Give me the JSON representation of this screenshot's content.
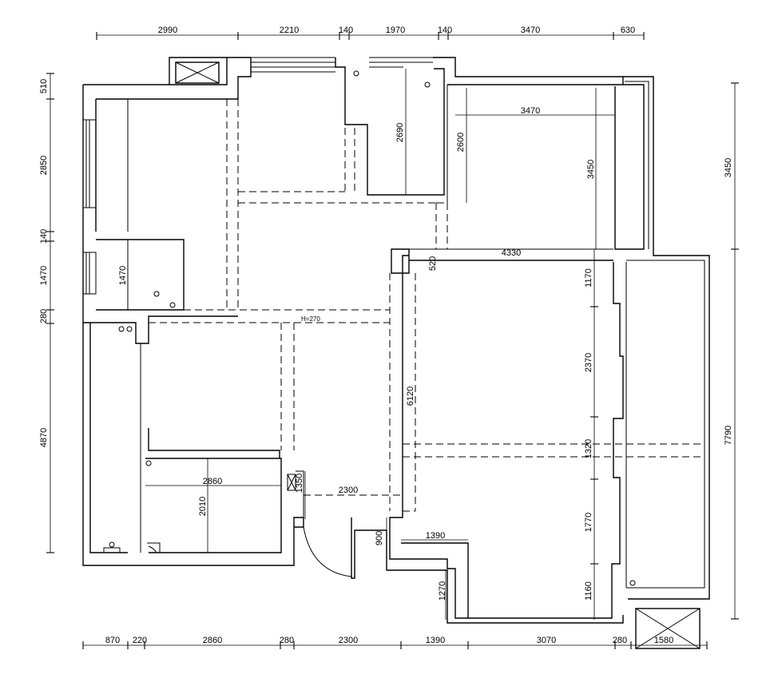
{
  "dimensions": {
    "top": [
      "2990",
      "2210",
      "140",
      "1970",
      "140",
      "3470",
      "630"
    ],
    "bottom": [
      "870",
      "220",
      "2860",
      "280",
      "2300",
      "1390",
      "3070",
      "280",
      "1580"
    ],
    "left": [
      "510",
      "2850",
      "140",
      "1470",
      "280",
      "4870"
    ],
    "right": [
      "3450",
      "7790"
    ],
    "interior": {
      "kitchen_width": "3470",
      "kitchen_height_a": "2600",
      "kitchen_height_b": "3450",
      "small_room_height": "2690",
      "closet_height": "1470",
      "wall_thickness_label": "H=270",
      "living_width": "4330",
      "living_gap": "520",
      "living_seg_a": "1170",
      "living_seg_b": "2370",
      "living_seg_c": "1320",
      "living_seg_d": "1770",
      "living_seg_e": "1160",
      "corridor_height": "6120",
      "bedroom_width": "2860",
      "bedroom_height": "2010",
      "door_height": "1350",
      "hall_width": "2300",
      "entry_width": "1390",
      "entry_height": "900",
      "entry_depth": "1270"
    }
  }
}
